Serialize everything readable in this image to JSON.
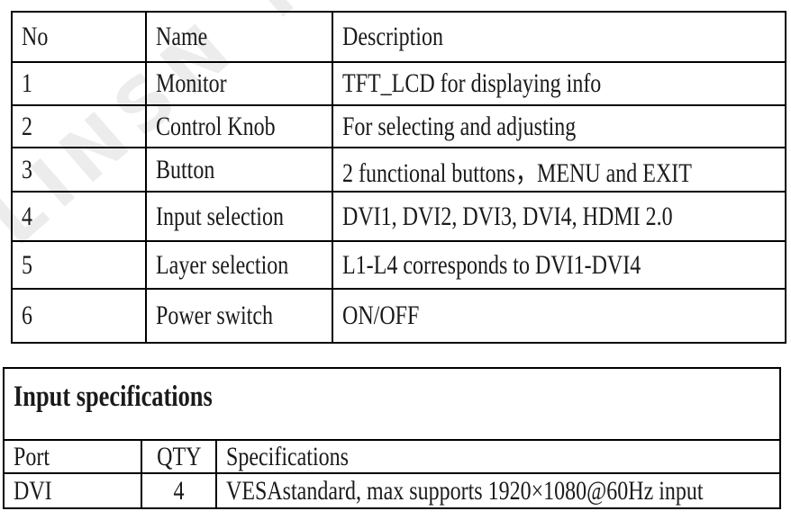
{
  "watermark": {
    "text": "LINSN TE"
  },
  "table1": {
    "headers": [
      "No",
      "Name",
      "Description"
    ],
    "rows": [
      [
        "1",
        "Monitor",
        "TFT_LCD for displaying info"
      ],
      [
        "2",
        "Control Knob",
        "For selecting and adjusting"
      ],
      [
        "3",
        "Button",
        "2 functional buttons，MENU and EXIT"
      ],
      [
        "4",
        "Input selection",
        "DVI1, DVI2, DVI3, DVI4, HDMI 2.0"
      ],
      [
        "5",
        "Layer selection",
        "L1-L4 corresponds to DVI1-DVI4"
      ],
      [
        "6",
        "Power switch",
        "ON/OFF"
      ]
    ]
  },
  "table2": {
    "title": "Input specifications",
    "headers": [
      "Port",
      "QTY",
      "Specifications"
    ],
    "rows": [
      [
        "DVI",
        "4",
        "VESAstandard, max supports 1920×1080@60Hz input"
      ]
    ]
  },
  "colors": {
    "border": "#000000",
    "text": "#1a1a1a",
    "background": "#ffffff",
    "watermark": "#ebebeb"
  }
}
